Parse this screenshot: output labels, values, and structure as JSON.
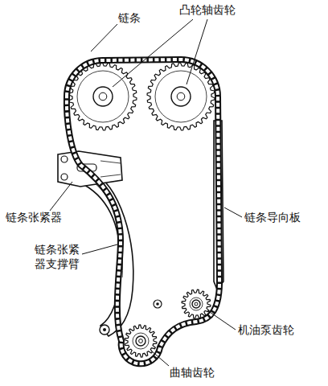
{
  "diagram": {
    "labels": [
      "链条",
      "凸轮轴齿轮",
      "链条张紧器",
      "链条张紧器支撑臂",
      "链条导向板",
      "机油泵齿轮",
      "曲轴齿轮"
    ]
  }
}
